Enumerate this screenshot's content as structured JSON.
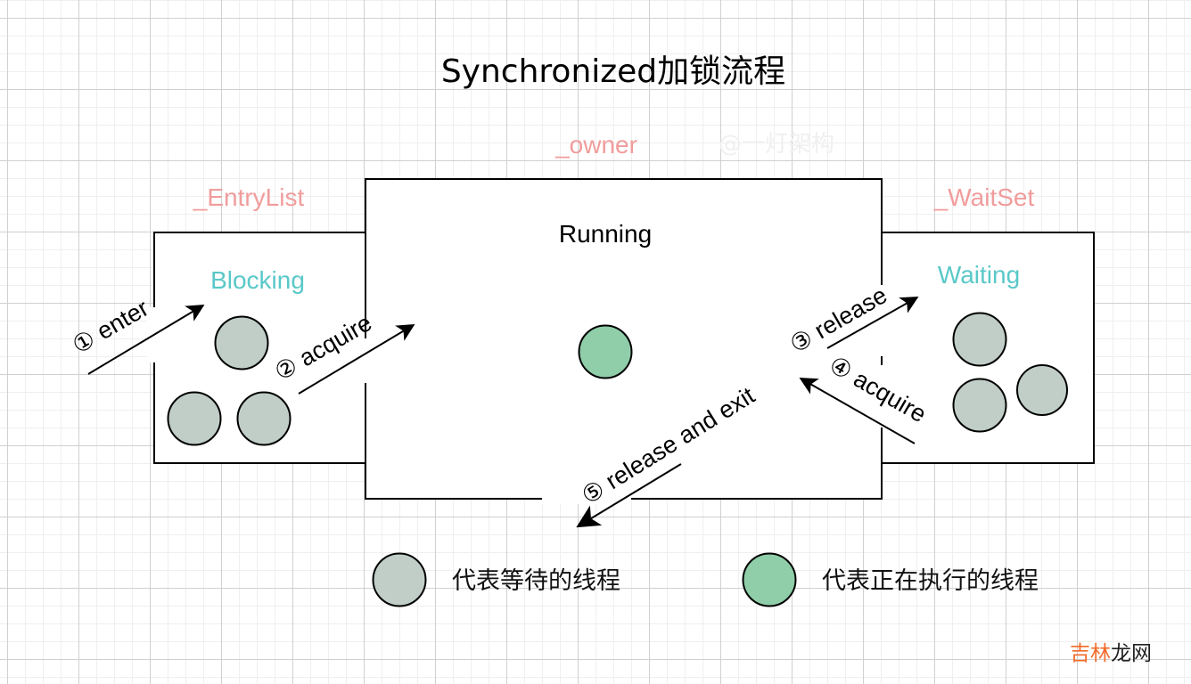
{
  "title": "Synchronized加锁流程",
  "watermark": "@一灯架构",
  "regions": {
    "owner": {
      "label": "_owner",
      "state": "Running"
    },
    "entry_list": {
      "label": "_EntryList",
      "state": "Blocking"
    },
    "wait_set": {
      "label": "_WaitSet",
      "state": "Waiting"
    }
  },
  "arrows": [
    {
      "step": "①",
      "label": "enter"
    },
    {
      "step": "②",
      "label": "acquire"
    },
    {
      "step": "③",
      "label": "release"
    },
    {
      "step": "④",
      "label": "acquire"
    },
    {
      "step": "⑤",
      "label": "release and exit"
    }
  ],
  "threads": {
    "entry_list_waiting_count": 3,
    "owner_running_count": 1,
    "wait_set_waiting_count": 3
  },
  "legend": [
    {
      "label": "代表等待的线程",
      "color": "#c0cec7"
    },
    {
      "label": "代表正在执行的线程",
      "color": "#8fcea8"
    }
  ],
  "colors": {
    "waiting_thread": "#c0cec7",
    "running_thread": "#8fcea8",
    "queue_label": "#f19c9c",
    "state_label": "#5ac8c8"
  },
  "site_mark": {
    "part1": "吉林",
    "part2": "龙网",
    "color1": "#f26b2b",
    "color2": "#222222"
  }
}
